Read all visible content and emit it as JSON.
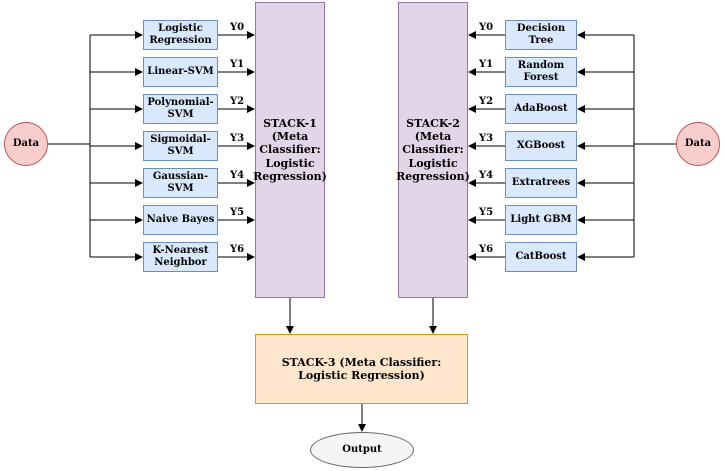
{
  "left_input": "Data",
  "right_input": "Data",
  "left_classifiers": [
    "Logistic Regression",
    "Linear-SVM",
    "Polynomial-SVM",
    "Sigmoidal-SVM",
    "Gaussian-SVM",
    "Naive Bayes",
    "K-Nearest Neighbor"
  ],
  "right_classifiers": [
    "Decision Tree",
    "Random Forest",
    "AdaBoost",
    "XGBoost",
    "Extratrees",
    "Light GBM",
    "CatBoost"
  ],
  "outputs": [
    "Y0",
    "Y1",
    "Y2",
    "Y3",
    "Y4",
    "Y5",
    "Y6"
  ],
  "stack1": "STACK-1 (Meta Classifier: Logistic Regression)",
  "stack2": "STACK-2 (Meta Classifier: Logistic Regression)",
  "stack3": "STACK-3 (Meta Classifier: Logistic Regression)",
  "final_output": "Output",
  "colors": {
    "classifier_fill": "#dae8fc",
    "classifier_border": "#6c8ebf",
    "stack_fill": "#e1d5e7",
    "stack_border": "#9673a6",
    "stack3_fill": "#ffe6cc",
    "stack3_border": "#d79b00",
    "data_fill": "#f8cecc",
    "data_border": "#b85450",
    "output_fill": "#f5f5f5",
    "output_border": "#666666"
  }
}
